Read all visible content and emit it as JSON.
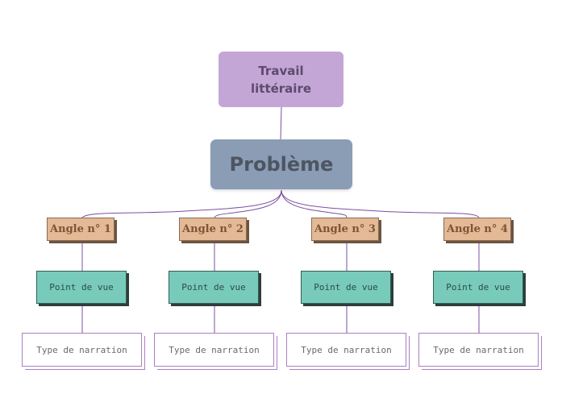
{
  "root": {
    "line1": "Travail",
    "line2": "littéraire"
  },
  "problem": {
    "label": "Problème"
  },
  "branches": [
    {
      "angle": "Angle n° 1",
      "pov": "Point de vue",
      "narration": "Type de narration"
    },
    {
      "angle": "Angle n° 2",
      "pov": "Point de vue",
      "narration": "Type de narration"
    },
    {
      "angle": "Angle n° 3",
      "pov": "Point de vue",
      "narration": "Type de narration"
    },
    {
      "angle": "Angle n° 4",
      "pov": "Point de vue",
      "narration": "Type de narration"
    }
  ],
  "colors": {
    "root": "#c3a6d6",
    "problem": "#8b9db5",
    "angle": "#e3b996",
    "point_de_vue": "#78cbbb",
    "connector": "#7a4fa0"
  }
}
